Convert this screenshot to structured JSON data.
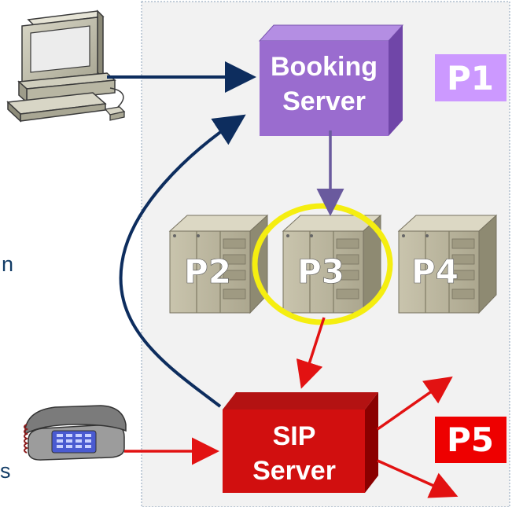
{
  "booking_server": {
    "line1": "Booking",
    "line2": "Server",
    "color": "#9966cc"
  },
  "sip_server": {
    "line1": "SIP",
    "line2": "Server",
    "color": "#cc0000"
  },
  "badges": {
    "p1": "P1",
    "p2": "P2",
    "p3": "P3",
    "p4": "P4",
    "p5": "P5"
  },
  "cut_off_text": {
    "left_n": "n",
    "left_s": "s"
  },
  "colors": {
    "navy_arrow": "#0d2d5e",
    "purple_arrow": "#6a5a9e",
    "red_arrow": "#e21212",
    "highlight_ring": "#f5ee10",
    "p1_badge": "#cc99ff",
    "p5_badge": "#ee0000",
    "region_border": "#8aa0b8"
  },
  "icons": {
    "computer": "desktop-computer-icon",
    "phone": "desk-telephone-icon",
    "switch": "telephone-switch-cabinet-icon"
  }
}
